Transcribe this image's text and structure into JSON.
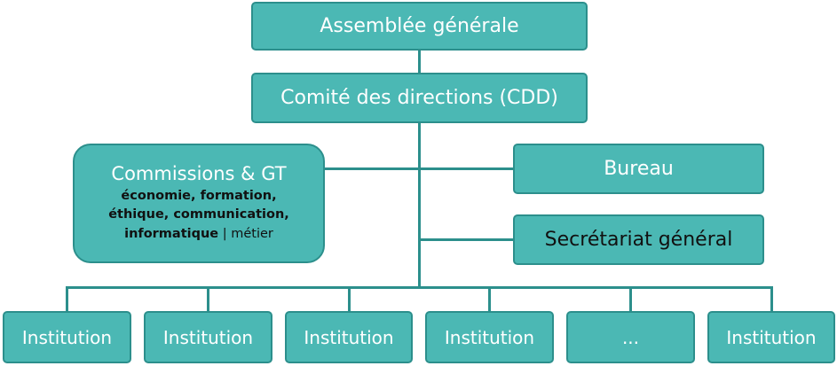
{
  "org_chart": {
    "assembly": "Assemblée générale",
    "cdd": "Comité des directions (CDD)",
    "commissions": {
      "title": "Commissions & GT",
      "line1": "économie, formation,",
      "line2": "éthique, communication,",
      "line3_bold": "informatique",
      "line3_sep": " | ",
      "line3_normal": "métier"
    },
    "bureau": "Bureau",
    "secretariat": "Secrétariat général",
    "institutions": [
      "Institution",
      "Institution",
      "Institution",
      "Institution",
      "...",
      "Institution"
    ]
  },
  "colors": {
    "box_fill": "#4bb8b4",
    "box_border": "#2c8f8c",
    "connector": "#2c8f8c"
  }
}
